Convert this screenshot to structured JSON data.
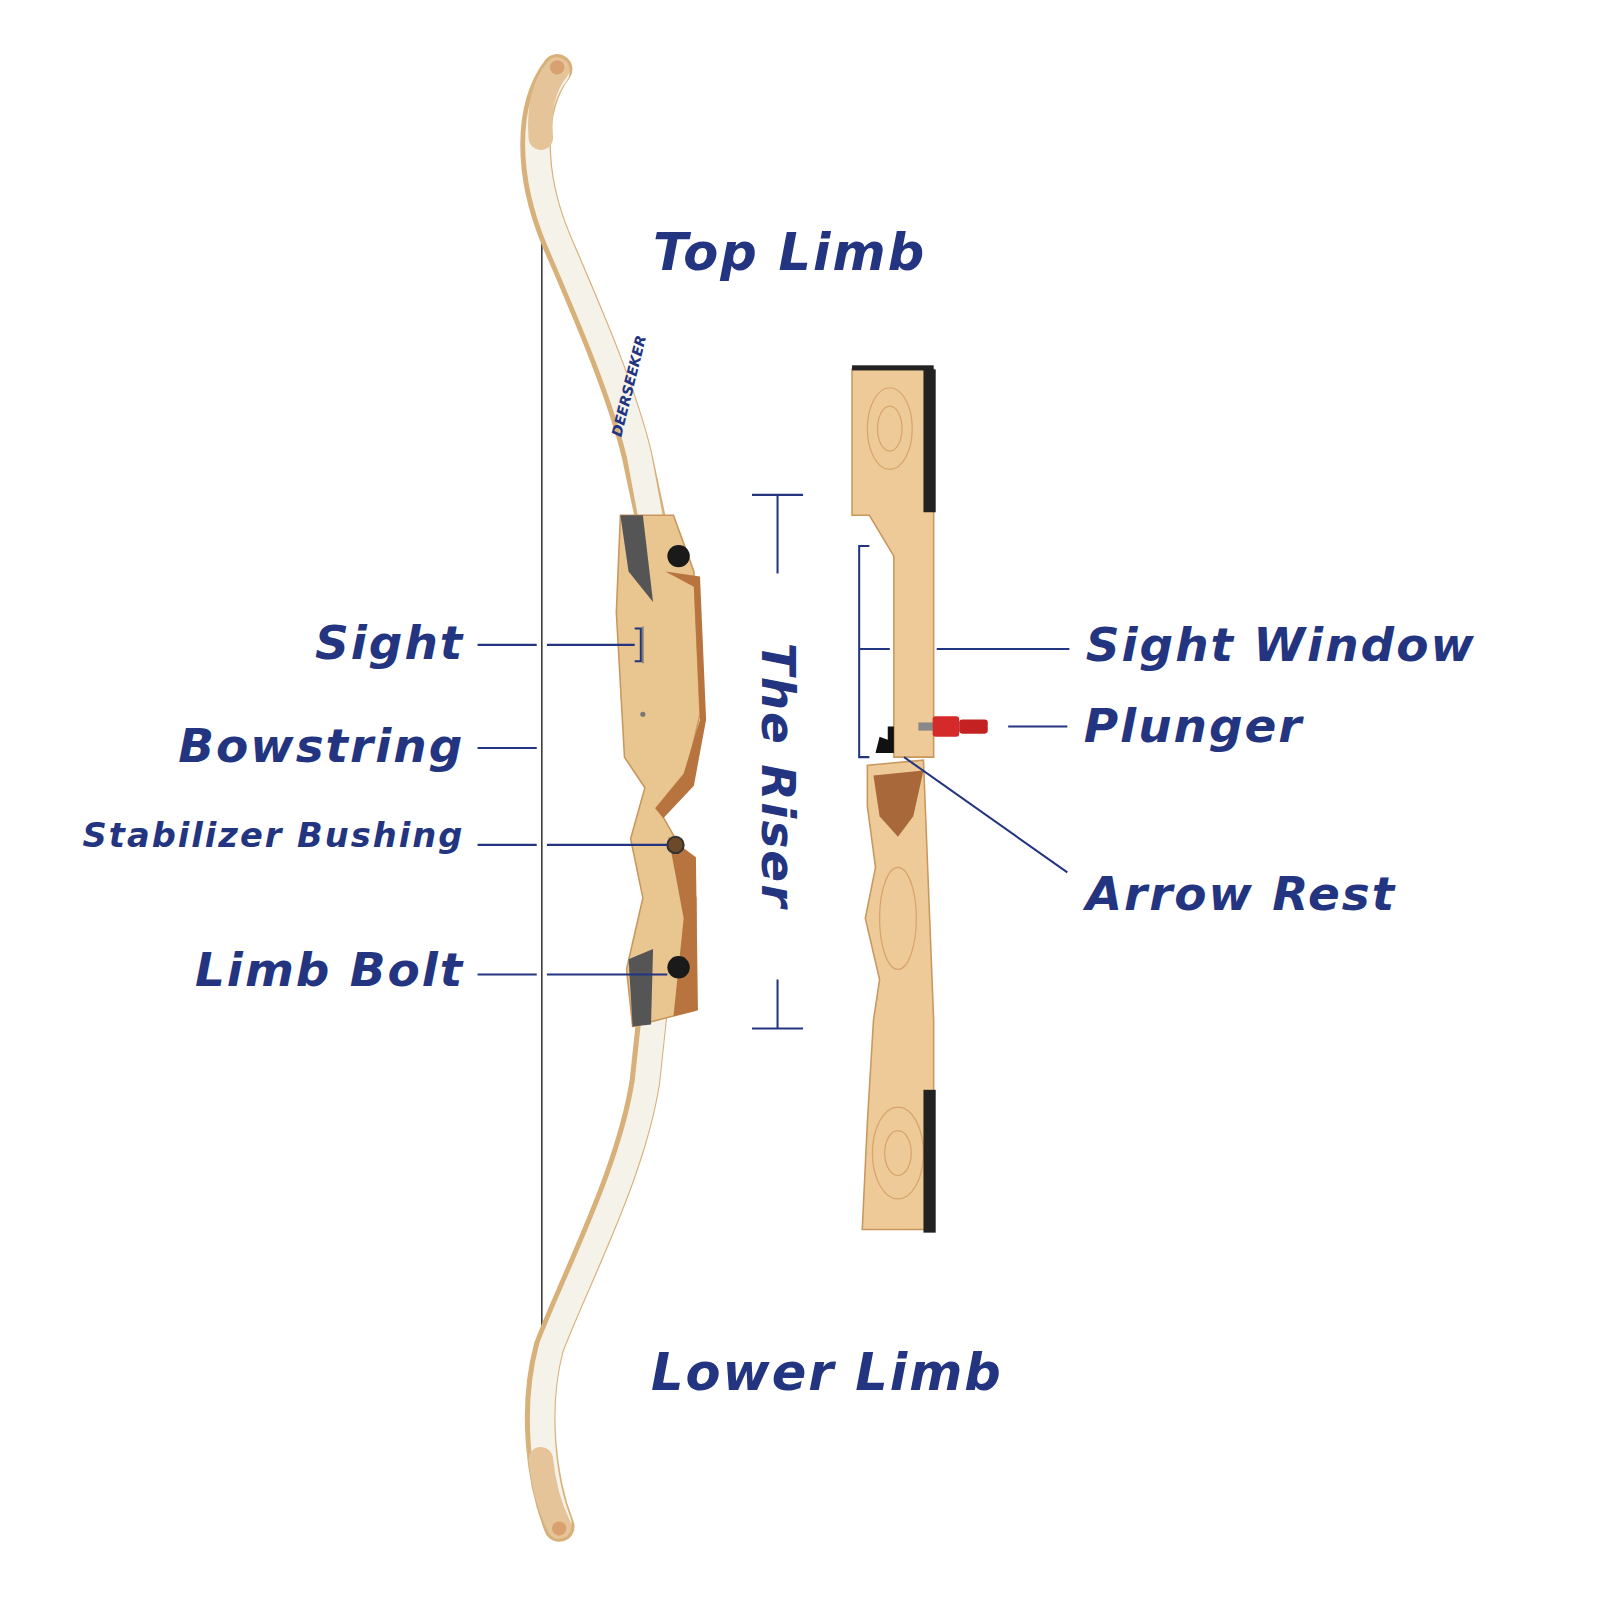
{
  "diagram": {
    "labels": [
      "Top Limb",
      "DEERSEEKER",
      "Sight",
      "Sight Window",
      "Plunger",
      "Bowstring",
      "Stabilizer Bushing",
      "Arrow Rest",
      "Limb Bolt",
      "The Riser",
      "Lower Limb"
    ]
  }
}
